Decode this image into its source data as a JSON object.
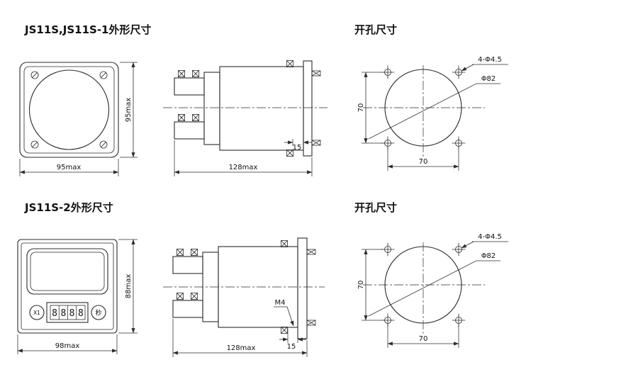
{
  "titles": {
    "top_left": "JS11S,JS11S-1外形尺寸",
    "top_right": "开孔尺寸",
    "bottom_left": "JS11S-2外形尺寸",
    "bottom_right": "开孔尺寸"
  },
  "top_section": {
    "front_view": {
      "width": "95max",
      "height": "95max"
    },
    "side_view": {
      "length": "128max",
      "flange_offset": "15"
    },
    "cutout": {
      "holes": "4-Φ4.5",
      "diameter": "Φ82",
      "vertical": "70",
      "horizontal": "70"
    }
  },
  "bottom_section": {
    "front_view": {
      "width": "98max",
      "height": "88max",
      "reset_knob": "X1",
      "unit_knob": "秒",
      "digits": [
        "8",
        "8",
        "8",
        "8"
      ]
    },
    "side_view": {
      "length": "128max",
      "flange_offset": "15",
      "screw": "M4"
    },
    "cutout": {
      "holes": "4-Φ4.5",
      "diameter": "Φ82",
      "vertical": "70",
      "horizontal": "70"
    }
  },
  "colors": {
    "line": "#2b2b2b",
    "background": "#ffffff"
  }
}
